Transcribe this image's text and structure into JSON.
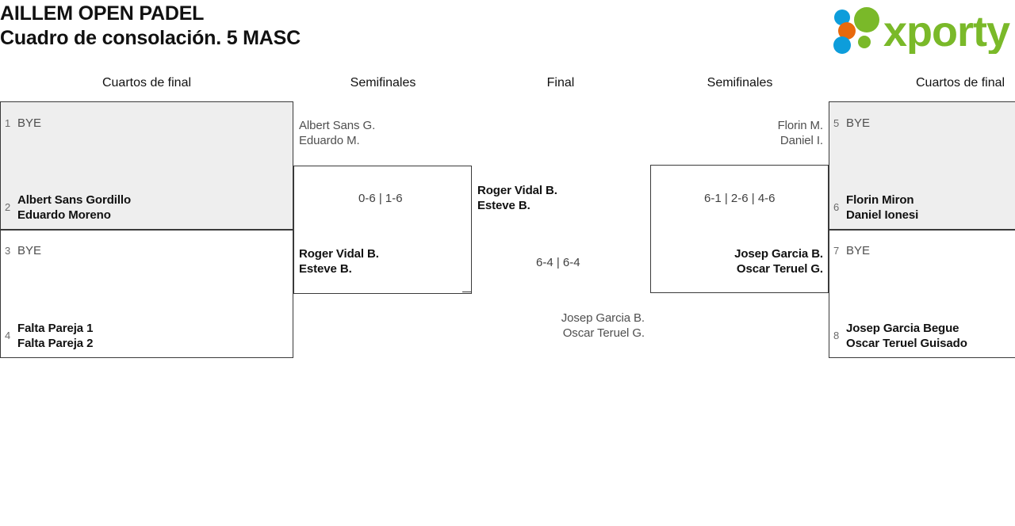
{
  "header": {
    "title_line_1": "AILLEM OPEN PADEL",
    "title_line_2": "Cuadro de consolación. 5 MASC",
    "logo": {
      "wordmark": "xporty",
      "dot_colors": [
        "#0d9ddb",
        "#e8690b",
        "#7ab929",
        "#7ab929",
        "#0d9ddb",
        "#7ab929"
      ],
      "text_color": "#7ab929"
    }
  },
  "columns": [
    {
      "label": "Cuartos de final",
      "side": "left",
      "round": "quarterfinals"
    },
    {
      "label": "Semifinales",
      "side": "left",
      "round": "semifinals"
    },
    {
      "label": "Final",
      "side": "center",
      "round": "final"
    },
    {
      "label": "Semifinales",
      "side": "right",
      "round": "semifinals"
    },
    {
      "label": "Cuartos de final",
      "side": "right",
      "round": "quarterfinals"
    }
  ],
  "matches": {
    "qf_left_top": {
      "shaded": true,
      "entries": [
        {
          "seed": "1",
          "lines": [
            "BYE"
          ],
          "state": "bye"
        },
        {
          "seed": "2",
          "lines": [
            "Albert Sans Gordillo",
            "Eduardo Moreno"
          ],
          "state": "winner"
        }
      ]
    },
    "qf_left_bottom": {
      "shaded": false,
      "entries": [
        {
          "seed": "3",
          "lines": [
            "BYE"
          ],
          "state": "bye"
        },
        {
          "seed": "4",
          "lines": [
            "Falta Pareja 1",
            "Falta Pareja 2"
          ],
          "state": "winner"
        }
      ]
    },
    "sf_left": {
      "score": "0-6 | 1-6",
      "entries": [
        {
          "lines": [
            "Albert Sans G.",
            "Eduardo M."
          ],
          "state": "loser"
        },
        {
          "lines": [
            "Roger Vidal B.",
            "Esteve B."
          ],
          "state": "winner"
        }
      ]
    },
    "final": {
      "score": "6-4 | 6-4",
      "entries": [
        {
          "lines": [
            "Roger Vidal B.",
            "Esteve B."
          ],
          "state": "winner"
        },
        {
          "lines": [
            "Josep Garcia B.",
            "Oscar Teruel G."
          ],
          "state": "loser"
        }
      ]
    },
    "sf_right": {
      "score": "6-1 | 2-6 | 4-6",
      "entries": [
        {
          "lines": [
            "Florin M.",
            "Daniel I."
          ],
          "state": "loser"
        },
        {
          "lines": [
            "Josep Garcia B.",
            "Oscar Teruel G."
          ],
          "state": "winner"
        }
      ]
    },
    "qf_right_top": {
      "shaded": true,
      "entries": [
        {
          "seed": "5",
          "lines": [
            "BYE"
          ],
          "state": "bye"
        },
        {
          "seed": "6",
          "lines": [
            "Florin Miron",
            "Daniel Ionesi"
          ],
          "state": "winner"
        }
      ]
    },
    "qf_right_bottom": {
      "shaded": false,
      "entries": [
        {
          "seed": "7",
          "lines": [
            "BYE"
          ],
          "state": "bye"
        },
        {
          "seed": "8",
          "lines": [
            "Josep Garcia Begue",
            "Oscar Teruel Guisado"
          ],
          "state": "winner"
        }
      ]
    }
  }
}
